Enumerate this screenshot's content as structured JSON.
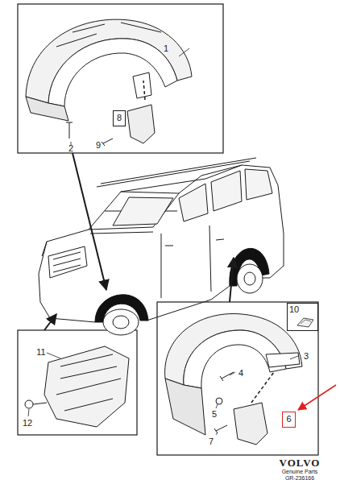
{
  "diagram": {
    "nodes": [
      {
        "text": [
          "8"
        ]
      },
      {
        "text": [
          "6"
        ]
      },
      {
        "text": [
          "10"
        ]
      }
    ],
    "labels": [
      "1",
      "2",
      "9",
      "3",
      "4",
      "5",
      "7",
      "11",
      "12",
      "VOLVO",
      "Genuine Parts",
      "GR-236166"
    ]
  }
}
